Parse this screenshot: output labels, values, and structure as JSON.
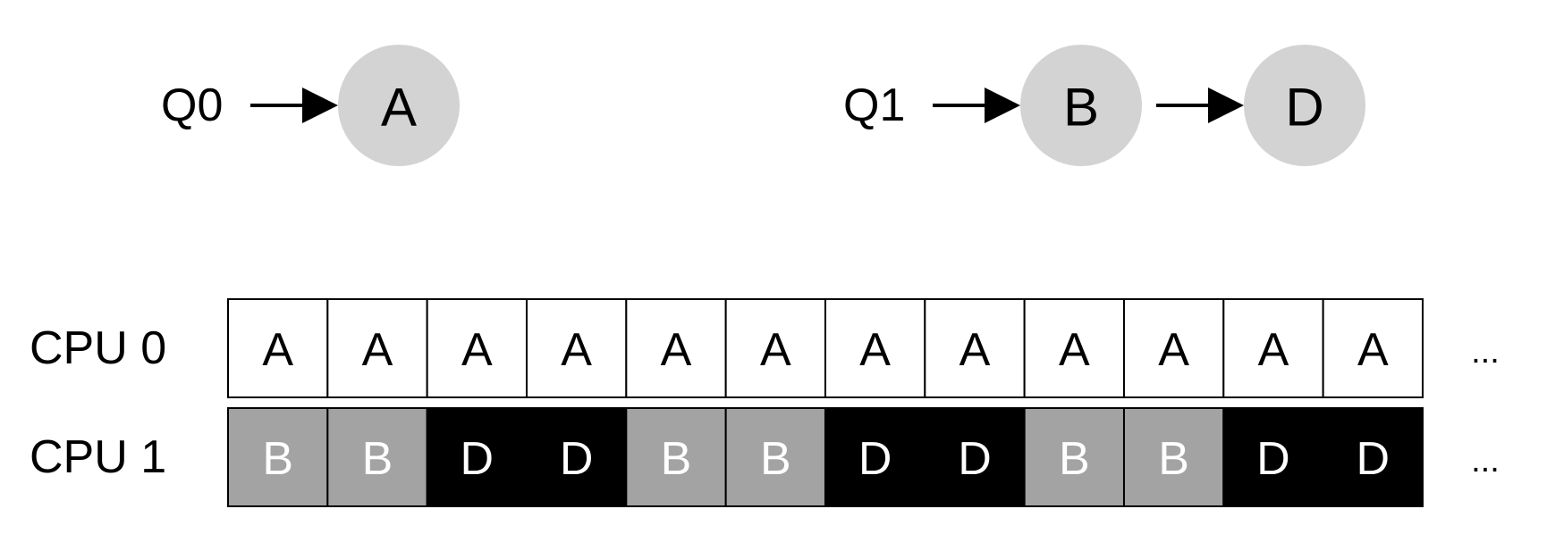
{
  "queues": [
    {
      "label": "Q0",
      "jobs": [
        "A"
      ]
    },
    {
      "label": "Q1",
      "jobs": [
        "B",
        "D"
      ]
    }
  ],
  "timeline": [
    {
      "label": "CPU 0",
      "slots": [
        "A",
        "A",
        "A",
        "A",
        "A",
        "A",
        "A",
        "A",
        "A",
        "A",
        "A",
        "A"
      ],
      "continuation": "..."
    },
    {
      "label": "CPU 1",
      "slots": [
        "B",
        "B",
        "D",
        "D",
        "B",
        "B",
        "D",
        "D",
        "B",
        "B",
        "D",
        "D"
      ],
      "continuation": "..."
    }
  ],
  "colors": {
    "node_fill": "#d3d3d3",
    "text": "#000000",
    "cell_border": "#000000",
    "A_fill": "#ffffff",
    "A_text": "#000000",
    "B_fill": "#a3a3a3",
    "B_text": "#ffffff",
    "D_fill": "#000000",
    "D_text": "#ffffff"
  }
}
